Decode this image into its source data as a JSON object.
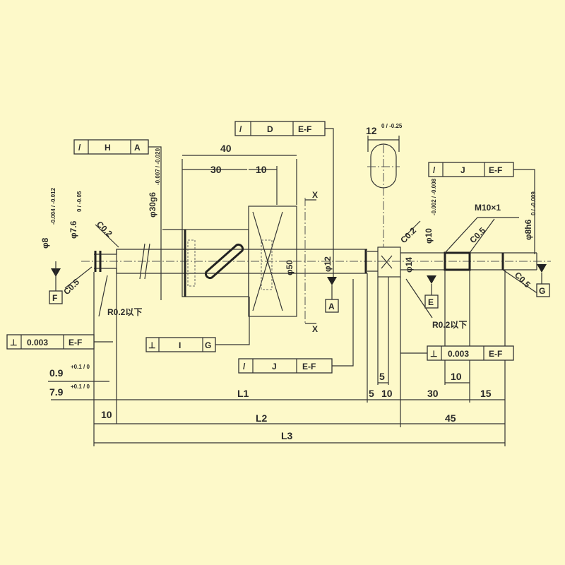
{
  "title": "Ball screw dimensional drawing",
  "frames": {
    "h_a": {
      "symbol": "/",
      "tol": "H",
      "datum": "A"
    },
    "d_ef": {
      "symbol": "/",
      "tol": "D",
      "datum": "E-F"
    },
    "j_ef_top": {
      "symbol": "/",
      "tol": "J",
      "datum": "E-F"
    },
    "perp_left": {
      "symbol": "⊥",
      "tol": "0.003",
      "datum": "E-F"
    },
    "i_g": {
      "symbol": "⊥",
      "tol": "I",
      "datum": "G"
    },
    "j_ef_mid": {
      "symbol": "/",
      "tol": "J",
      "datum": "E-F"
    },
    "perp_right": {
      "symbol": "⊥",
      "tol": "0.003",
      "datum": "E-F"
    }
  },
  "datums": {
    "f": "F",
    "a": "A",
    "e": "E",
    "g": "G"
  },
  "labels": {
    "d8": "φ8",
    "d8_tol": "-0.004 / -0.012",
    "d76": "φ7.6",
    "d76_tol": "0 / -0.05",
    "d30": "φ30g6",
    "d30_tol": "-0.007 / -0.020",
    "d50": "φ50",
    "d12": "φ12",
    "d14": "φ14",
    "d10": "φ10",
    "d10_tol": "-0.002 / -0.008",
    "d8h6": "φ8h6",
    "d8h6_tol": "0 / -0.009",
    "width12": "12",
    "width12_tol": "0 / -0.25",
    "m10": "M10×1",
    "c02_left": "C0.2",
    "c05_left": "C0.5",
    "c02_right": "C0.2",
    "c05_thread": "C0.5",
    "c05_end": "C0.5",
    "r02_left": "R0.2以下",
    "r02_right": "R0.2以下",
    "x_top": "X",
    "x_bot": "X",
    "groove_w": "0.9",
    "groove_w_tol": "+0.1 / 0",
    "groove_pos": "7.9",
    "groove_pos_tol": "+0.1 / 0"
  },
  "dims": {
    "d40": "40",
    "d30a": "30",
    "d10a": "10",
    "l1": "L1",
    "l2": "L2",
    "l3": "L3",
    "d10_left": "10",
    "d5a": "5",
    "d5b": "5",
    "d10b": "10",
    "d10c": "10",
    "d30b": "30",
    "d15": "15",
    "d45": "45"
  }
}
